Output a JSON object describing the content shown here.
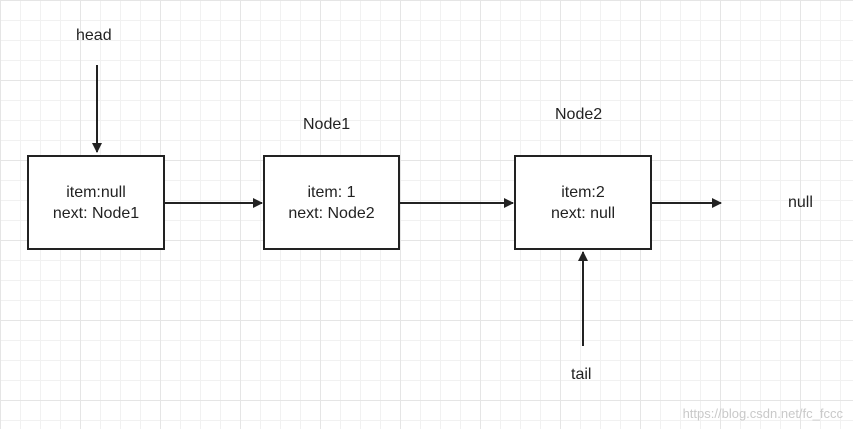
{
  "nodes": [
    {
      "title": "",
      "item": "item:null",
      "next": "next: Node1"
    },
    {
      "title": "Node1",
      "item": "item: 1",
      "next": "next: Node2"
    },
    {
      "title": "Node2",
      "item": "item:2",
      "next": "next: null"
    }
  ],
  "labels": {
    "head": "head",
    "tail": "tail",
    "null_end": "null"
  },
  "watermark": "https://blog.csdn.net/fc_fccc",
  "colors": {
    "stroke": "#222222",
    "grid": "#e5e5e5",
    "watermark": "#c9c9c9"
  }
}
